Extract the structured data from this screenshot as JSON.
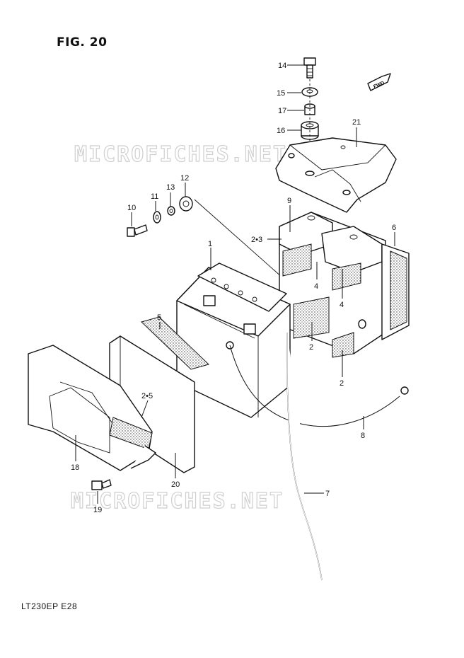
{
  "figure_title": "FIG. 20",
  "model_code": "LT230EP  E28",
  "watermark": "MICROFICHES.NET",
  "direction_badge": "FWD",
  "callouts": [
    {
      "id": "c14",
      "label": "14"
    },
    {
      "id": "c15",
      "label": "15"
    },
    {
      "id": "c17",
      "label": "17"
    },
    {
      "id": "c16",
      "label": "16"
    },
    {
      "id": "c21",
      "label": "21"
    },
    {
      "id": "c12",
      "label": "12"
    },
    {
      "id": "c13",
      "label": "13"
    },
    {
      "id": "c11",
      "label": "11"
    },
    {
      "id": "c10",
      "label": "10"
    },
    {
      "id": "c9",
      "label": "9"
    },
    {
      "id": "c6",
      "label": "6"
    },
    {
      "id": "c23",
      "label": "2•3"
    },
    {
      "id": "c1",
      "label": "1"
    },
    {
      "id": "c4a",
      "label": "4"
    },
    {
      "id": "c4b",
      "label": "4"
    },
    {
      "id": "c2a",
      "label": "2"
    },
    {
      "id": "c2b",
      "label": "2"
    },
    {
      "id": "c5",
      "label": "5"
    },
    {
      "id": "c25",
      "label": "2•5"
    },
    {
      "id": "c8",
      "label": "8"
    },
    {
      "id": "c18",
      "label": "18"
    },
    {
      "id": "c20",
      "label": "20"
    },
    {
      "id": "c19",
      "label": "19"
    },
    {
      "id": "c7",
      "label": "7"
    }
  ]
}
